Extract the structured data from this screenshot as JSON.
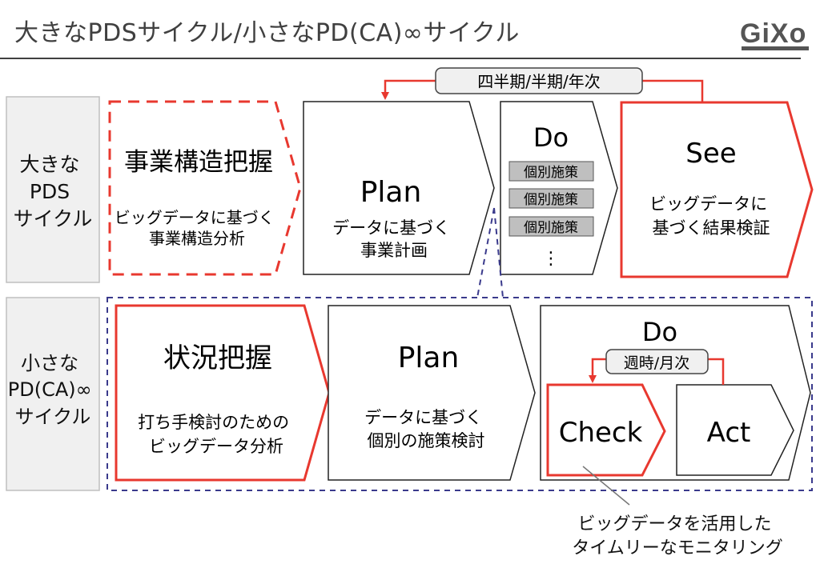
{
  "title": "大きなPDSサイクル/小さなPD(CA)∞サイクル",
  "logo": "GiXo",
  "top_cycle": {
    "label_lines": [
      "大きな",
      "PDS",
      "サイクル"
    ],
    "period": "四半期/半期/年次",
    "structure": {
      "heading": "事業構造把握",
      "desc_lines": [
        "ビッグデータに基づく",
        "事業構造分析"
      ]
    },
    "plan": {
      "heading": "Plan",
      "desc_lines": [
        "データに基づく",
        "事業計画"
      ]
    },
    "do": {
      "heading": "Do",
      "measures": [
        "個別施策",
        "個別施策",
        "個別施策"
      ],
      "ellipsis": "⋮"
    },
    "see": {
      "heading": "See",
      "desc_lines": [
        "ビッグデータに",
        "基づく結果検証"
      ]
    }
  },
  "bottom_cycle": {
    "label_lines": [
      "小さな",
      "PD(CA)∞",
      "サイクル"
    ],
    "situation": {
      "heading": "状況把握",
      "desc_lines": [
        "打ち手検討のための",
        "ビッグデータ分析"
      ]
    },
    "plan": {
      "heading": "Plan",
      "desc_lines": [
        "データに基づく",
        "個別の施策検討"
      ]
    },
    "do": {
      "heading": "Do",
      "period": "週時/月次",
      "check": "Check",
      "act": "Act"
    }
  },
  "note_lines": [
    "ビッグデータを活用した",
    "タイムリーなモニタリング"
  ],
  "colors": {
    "red": "#e8382f",
    "navy": "#3a3a8c",
    "label_bg": "#f0f0f0",
    "gray_box": "#bfbfbf"
  }
}
